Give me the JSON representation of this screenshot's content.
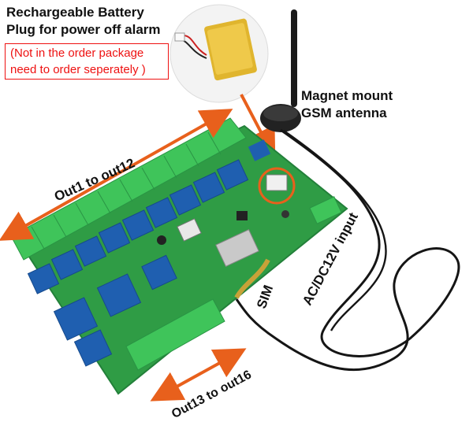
{
  "labels": {
    "battery_line1": "Rechargeable Battery",
    "battery_line2": "Plug for power off alarm",
    "note_line1": "(Not in the order package",
    "note_line2": "need to order seperately )",
    "antenna_line1": "Magnet mount",
    "antenna_line2": "GSM antenna",
    "outputs_a": "Out1 to out12",
    "outputs_b": "Out13 to out16",
    "sim": "SIM",
    "power_input": "AC/DC12V input"
  },
  "colors": {
    "arrow": "#e8601c",
    "note_text": "#e11111",
    "pcb": "#2f9c45",
    "terminal": "#3fc45a",
    "relay": "#1f5fb0",
    "cable": "#151515"
  }
}
